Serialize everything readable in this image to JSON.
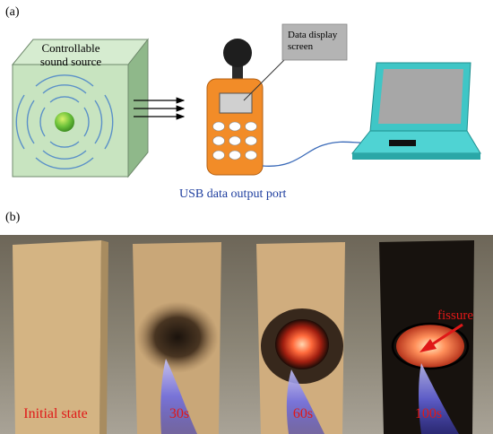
{
  "panel_a": {
    "label": "(a)",
    "sound_source_label_line1": "Controllable",
    "sound_source_label_line2": "sound source",
    "screen_label_line1": "Data display",
    "screen_label_line2": "screen",
    "usb_label": "USB data output port"
  },
  "panel_b": {
    "label": "(b)",
    "stages": [
      {
        "label": "Initial state"
      },
      {
        "label": "30s"
      },
      {
        "label": "60s"
      },
      {
        "label": "100s",
        "annotation": "fissure"
      }
    ]
  },
  "colors": {
    "cube_face": "#c8e4c0",
    "cube_side": "#8fb88a",
    "cube_top": "#d6ecd0",
    "meter_body": "#f28c28",
    "laptop": "#3fc6c6",
    "label_red": "#e01818",
    "board": "#d4b483"
  }
}
